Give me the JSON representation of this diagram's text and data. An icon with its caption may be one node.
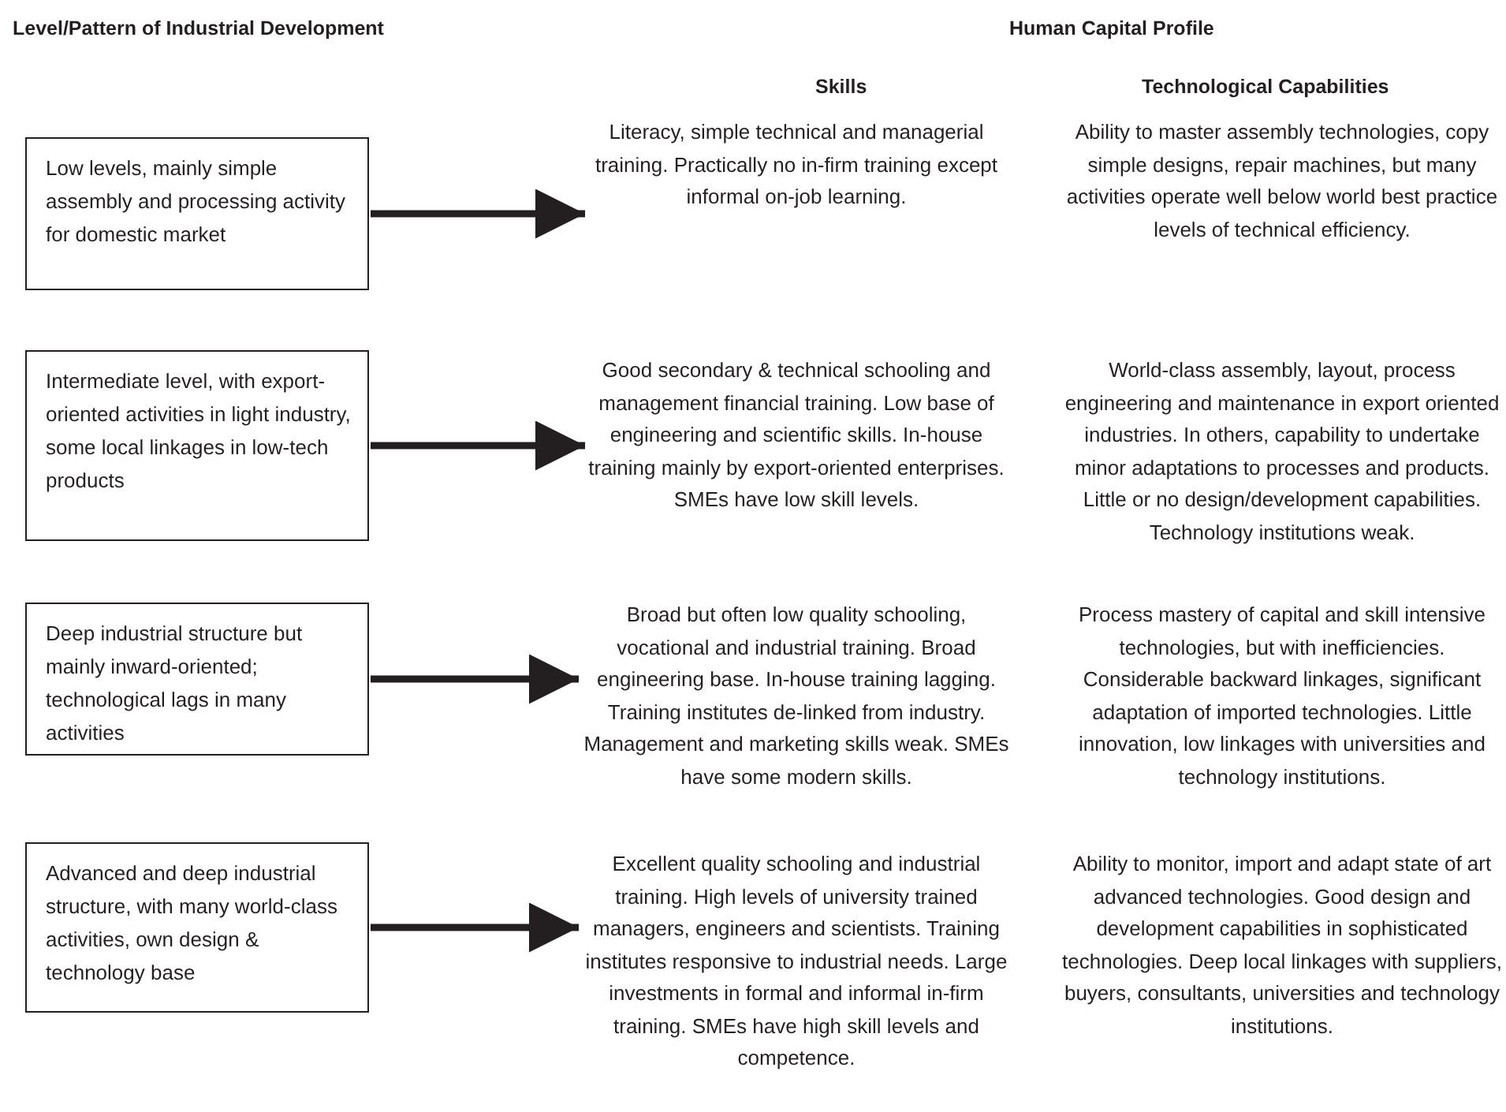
{
  "diagram": {
    "nodes": [
      {
        "text": [
          "Low levels, mainly simple assembly and processing activity for domestic market"
        ]
      },
      {
        "text": [
          "Intermediate level, with export-oriented activities in light industry, some local linkages in low-tech products"
        ]
      },
      {
        "text": [
          "Deep industrial structure but mainly inward-oriented; technological lags in many activities"
        ]
      },
      {
        "text": [
          "Advanced and deep industrial structure, with many world-class activities, own design & technology base"
        ]
      },
      {
        "text": [
          "Literacy, simple technical and managerial training. Practically no in-firm training except informal on-job learning."
        ]
      },
      {
        "text": [
          "Good secondary &  technical schooling and management financial training. Low base of engineering and scientific skills. In-house training mainly by export-oriented enterprises. SMEs have low skill levels."
        ]
      },
      {
        "text": [
          "Broad but often low quality schooling, vocational and industrial training. Broad engineering base. In-house training lagging.  Training institutes de-linked from industry. Management and marketing skills weak. SMEs have some modern skills."
        ]
      },
      {
        "text": [
          "Excellent quality schooling and industrial training. High levels of university trained managers, engineers and scientists. Training institutes responsive to industrial needs. Large investments in formal and informal in-firm training. SMEs have high skill levels and competence."
        ]
      }
    ],
    "edges": [
      {
        "from": 0,
        "to": 4,
        "arrow": "to"
      },
      {
        "from": 1,
        "to": 5,
        "arrow": "to"
      },
      {
        "from": 2,
        "to": 6,
        "arrow": "to"
      },
      {
        "from": 3,
        "to": 7,
        "arrow": "to"
      }
    ],
    "labels": [
      "Level/Pattern of Industrial Development",
      "Human Capital Profile",
      "Skills",
      "Technological Capabilities",
      "Ability to master assembly technologies, copy simple designs, repair machines, but many activities operate well below world best practice levels of technical efficiency.",
      "World-class assembly, layout, process engineering and maintenance in export oriented industries. In others, capability to undertake minor adaptations to processes and products. Little or no design/development capabilities. Technology institutions weak.",
      "Process mastery of capital and skill intensive technologies, but with inefficiencies. Considerable backward linkages, significant adaptation of imported technologies. Little innovation, low linkages with universities and technology institutions.",
      "Ability to monitor, import and adapt state of art advanced technologies. Good design and development capabilities in sophisticated technologies. Deep local linkages with suppliers, buyers, consultants, universities and technology institutions."
    ]
  }
}
